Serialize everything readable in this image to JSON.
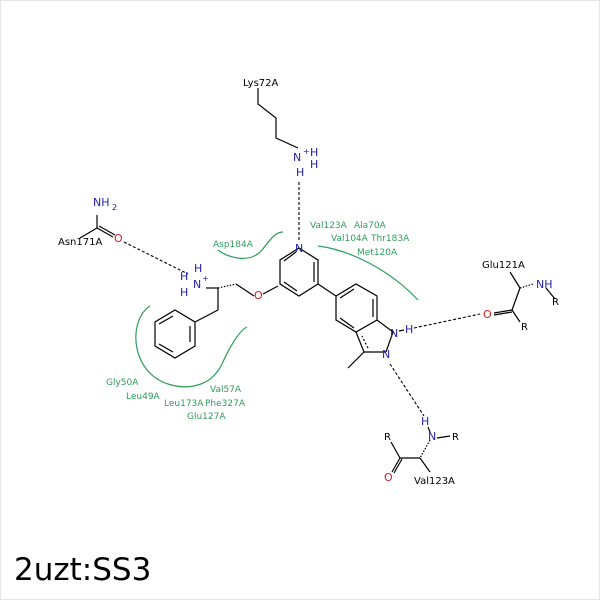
{
  "ligand_id": "2uzt:SS3",
  "residues": {
    "lys72": "Lys72A",
    "asn171": "Asn171A",
    "glu121": "Glu121A",
    "val123": "Val123A"
  },
  "hydrophobic": {
    "asp184": "Asp184A",
    "val123": "Val123A",
    "ala70": "Ala70A",
    "val104": "Val104A",
    "thr183": "Thr183A",
    "met120": "Met120A",
    "gly50": "Gly50A",
    "leu49": "Leu49A",
    "val57": "Val57A",
    "leu173": "Leu173A",
    "phe327": "Phe327A",
    "glu127": "Glu127A"
  },
  "atoms": {
    "N": "N",
    "H": "H",
    "O": "O",
    "R": "R",
    "NH": "NH",
    "plus": "+",
    "two": "2"
  },
  "colors": {
    "nitrogen": "#1e1eb4",
    "oxygen": "#d21e1e",
    "hydrophobic": "#2e9e5b"
  }
}
